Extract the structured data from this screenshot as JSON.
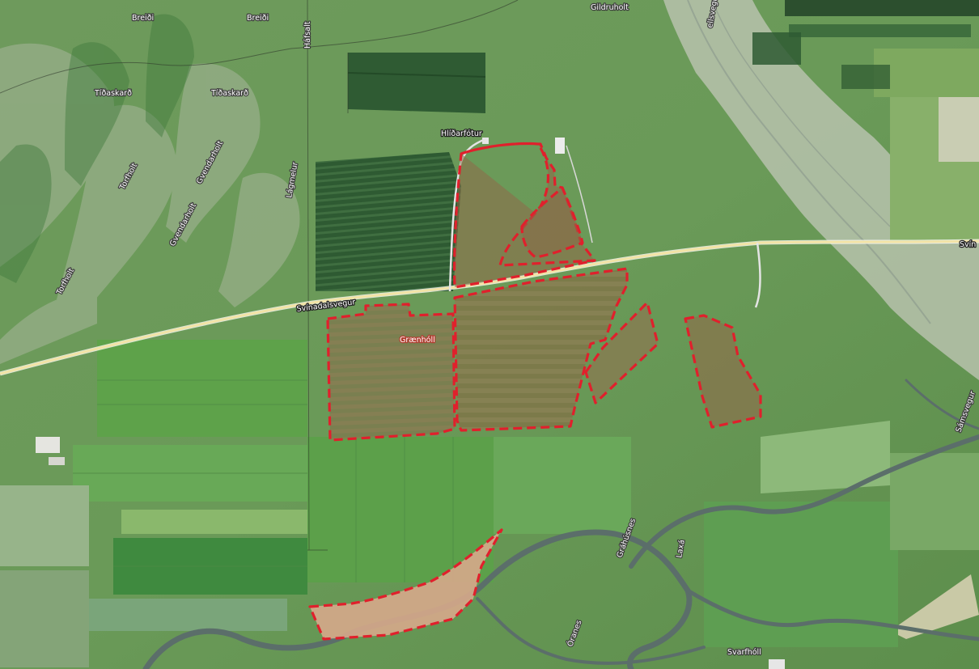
{
  "map": {
    "type": "satellite",
    "colors": {
      "parcel_outline": "#e0202c",
      "road": "#f2e3a6",
      "river": "#6f8a8a",
      "parcel_fill": "#9a6c4e"
    },
    "roads": [
      {
        "name": "Svínadalsvegur"
      },
      {
        "name": "Svín"
      }
    ],
    "place_labels": {
      "breidi_1": "Breiði",
      "breidi_2": "Breiði",
      "hafsalt": "Háfsalt",
      "gildruholt": "Gildruholt",
      "tidaskard_1": "Tíðaskarð",
      "tidaskard_2": "Tíðaskarð",
      "gvendarholt_1": "Gvendarholt",
      "gvendarholt_2": "Gvendarholt",
      "torfholt_1": "Torfholt",
      "torfholt_2": "Torfholt",
      "leginuholt": "Lágmelur",
      "hlidarfotur": "Hlíðarfótur",
      "graenholl": "Grænhóll",
      "svarfholl": "Svarfhóll",
      "svinadalsvegur": "Svínadalsvegur",
      "svin": "Svín",
      "laxa": "Laxá",
      "oranes": "Óranes",
      "grahusnes": "Gráhúsnes",
      "samsvegur": "Sámsvegur",
      "fellsvegur": "ellsvegur"
    },
    "parcels": [
      {
        "id": "A"
      },
      {
        "id": "B"
      },
      {
        "id": "C"
      },
      {
        "id": "D"
      },
      {
        "id": "E"
      },
      {
        "id": "F"
      },
      {
        "id": "G"
      },
      {
        "id": "H"
      }
    ]
  }
}
